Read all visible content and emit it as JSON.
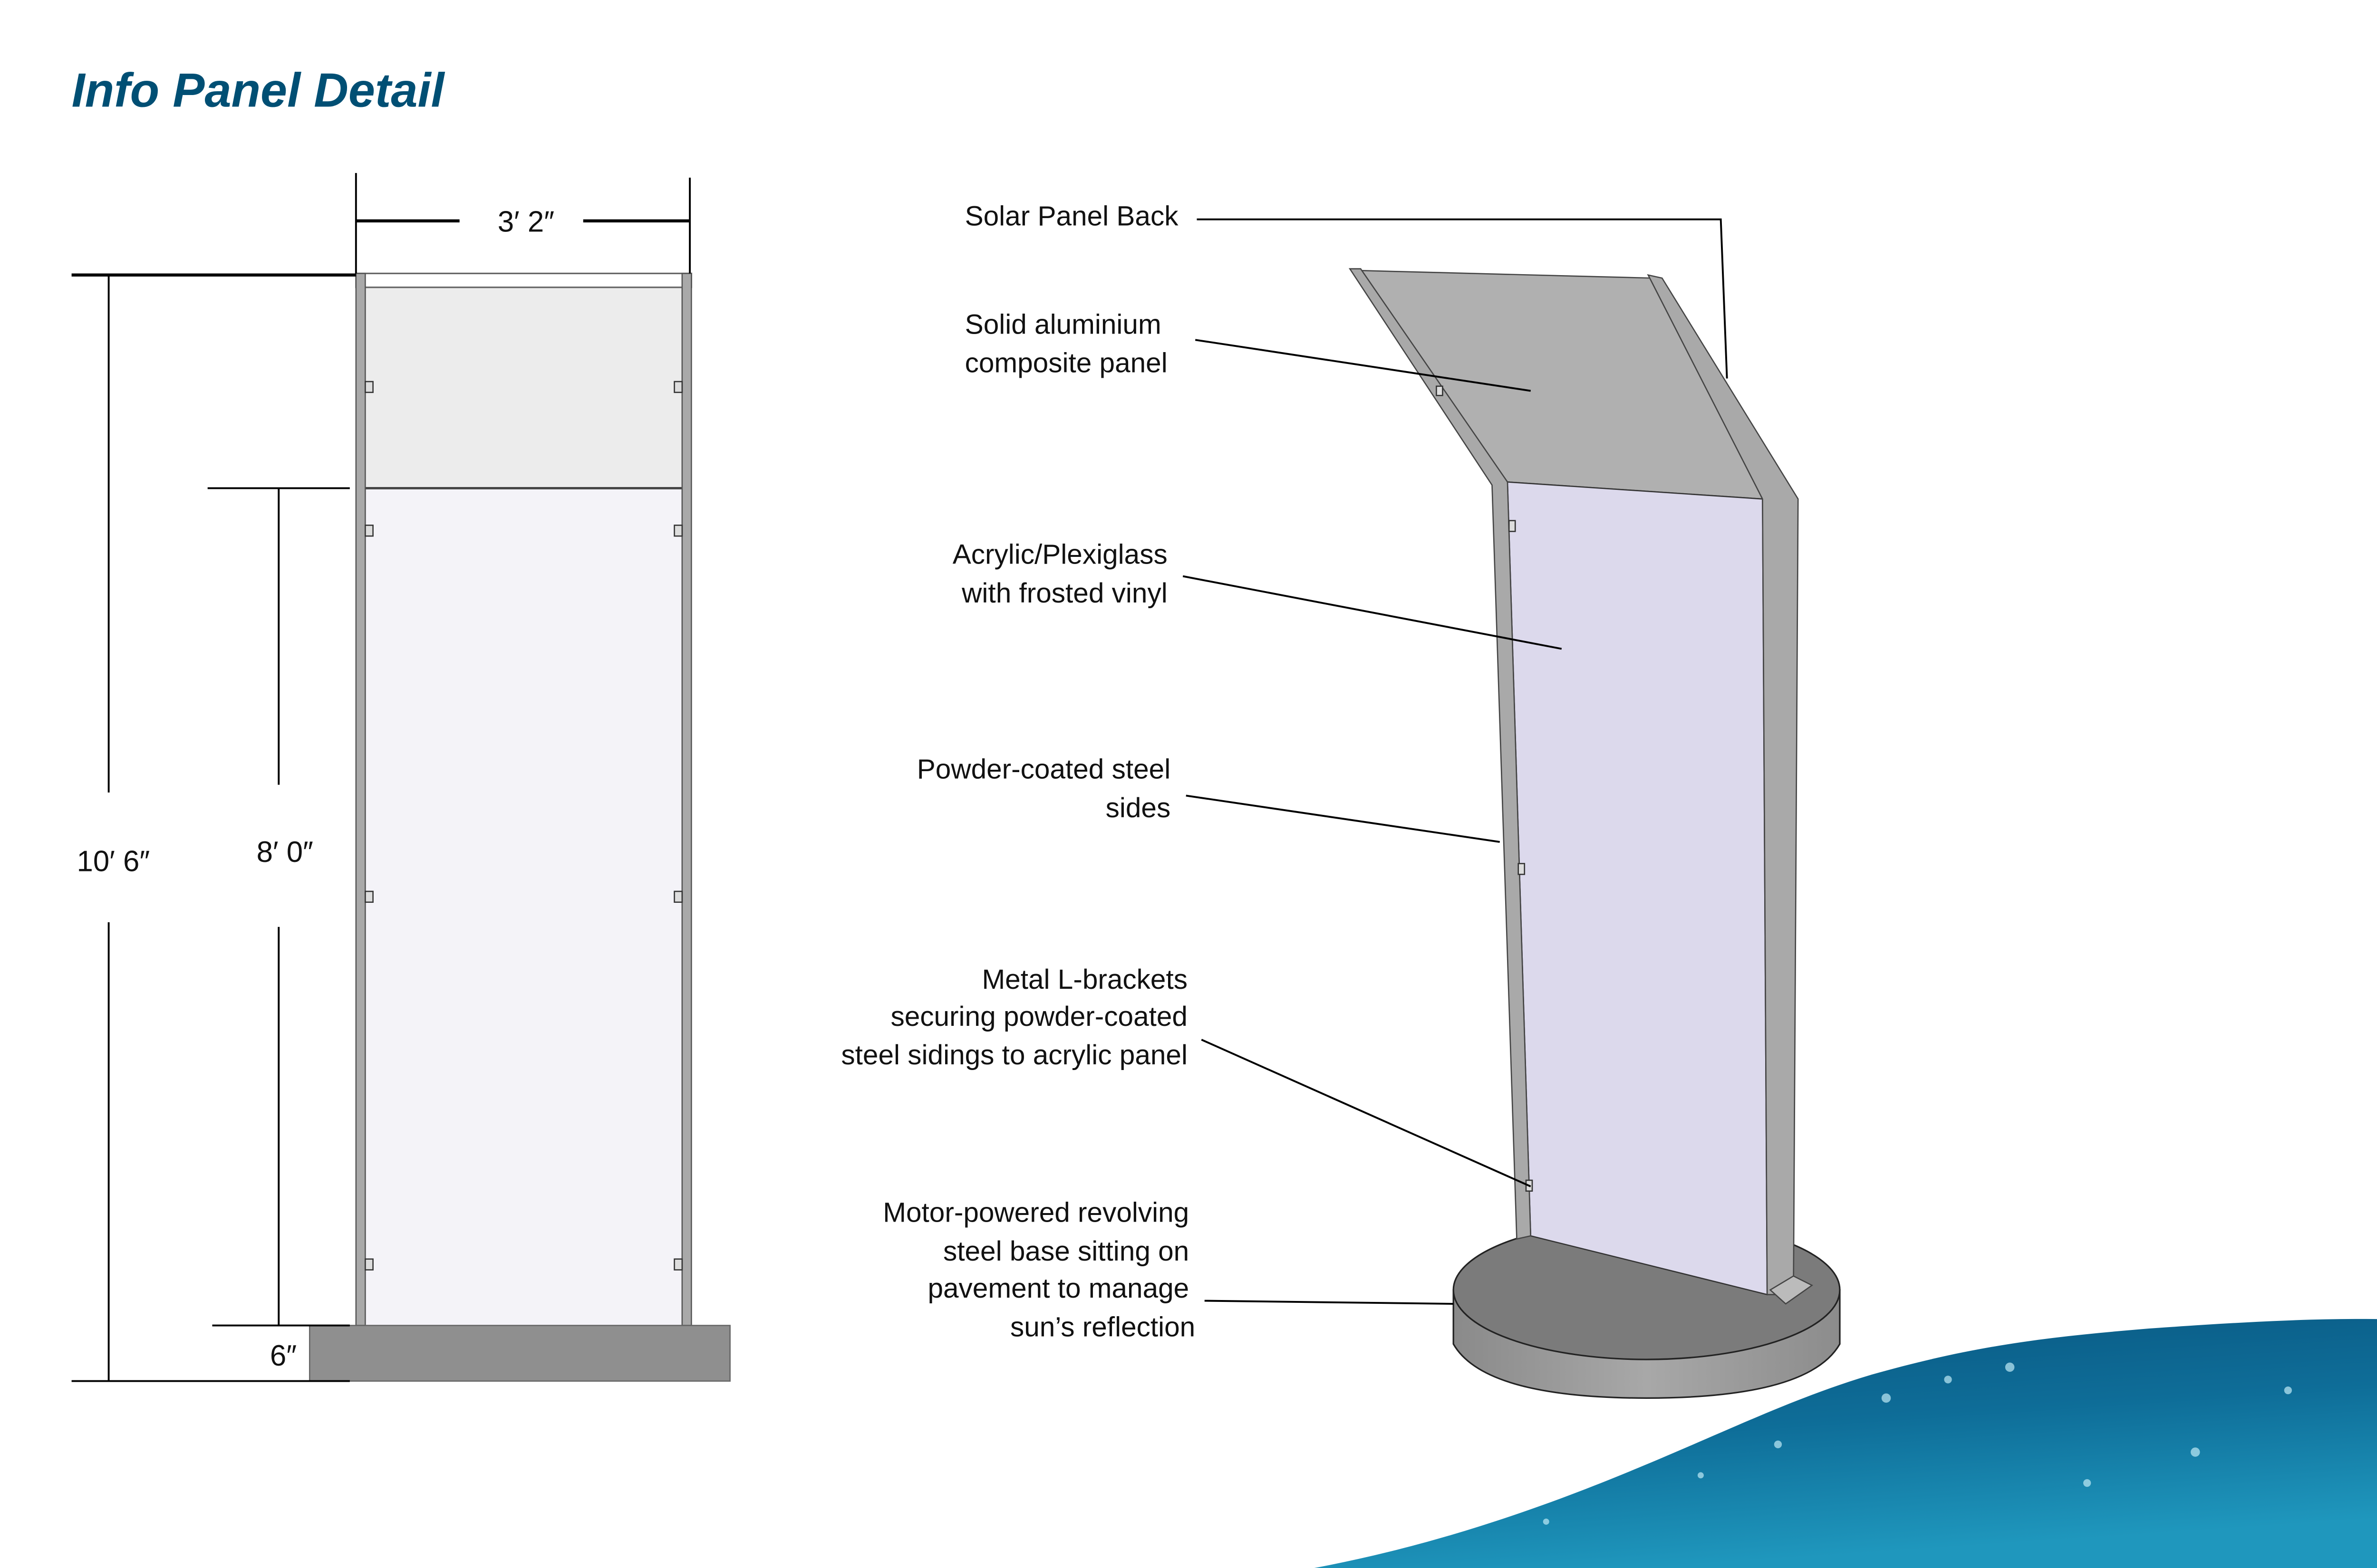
{
  "title": "Info Panel Detail",
  "colors": {
    "title": "#004f74",
    "top_panel": "#ececec",
    "acrylic_front": "#f4f3f8",
    "acrylic_3d": "#dcd9ec",
    "aluminium_3d": "#b0b0b0",
    "steel": "#a9a9a9",
    "base": "#8f8f8f",
    "water_dark": "#08405f",
    "water_light": "#1f97bd"
  },
  "front_view": {
    "width_dim": "3′ 2″",
    "total_height_dim": "10′ 6″",
    "panel_height_dim": "8′ 0″",
    "base_height_dim": "6″"
  },
  "callouts": [
    {
      "lines": [
        "Solar Panel Back"
      ]
    },
    {
      "lines": [
        "Solid aluminium",
        "composite panel"
      ]
    },
    {
      "lines": [
        "Acrylic/Plexiglass",
        "with frosted vinyl"
      ]
    },
    {
      "lines": [
        "Powder-coated steel",
        "sides"
      ]
    },
    {
      "lines": [
        "Metal L-brackets",
        "securing powder-coated",
        "steel sidings to acrylic panel"
      ]
    },
    {
      "lines": [
        "Motor-powered revolving",
        "steel base sitting on",
        "pavement to manage",
        "sun’s reflection"
      ]
    }
  ]
}
